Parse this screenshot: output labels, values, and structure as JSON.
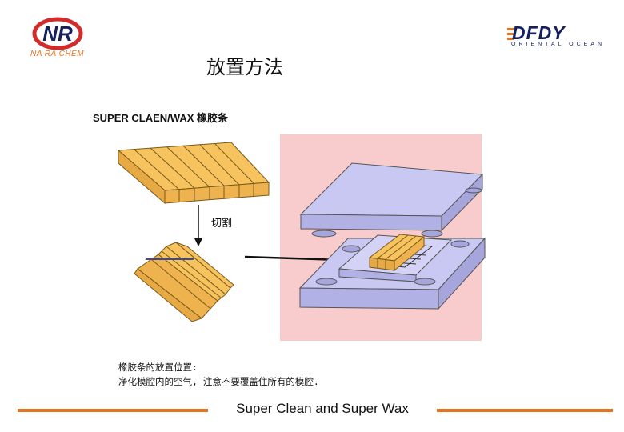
{
  "logos": {
    "left_mark": "NR",
    "left_caption": "NA RA CHEM",
    "right_brand": "DFDY",
    "right_tagline": "ORIENTAL OCEAN"
  },
  "title": "放置方法",
  "section_label": "SUPER CLAEN/WAX 橡胶条",
  "cut_label": "切割",
  "instructions": {
    "line1": "橡胶条的放置位置:",
    "line2": "净化模腔内的空气, 注意不要覆盖住所有的模腔."
  },
  "footer_title": "Super Clean and Super Wax",
  "colors": {
    "accent": "#e8731e",
    "strip_fill": "#f6c35e",
    "mold_fill": "#c9c8f2",
    "panel_bg": "#f8cccc",
    "brand_navy": "#16205f",
    "logo_red": "#d42a2a"
  }
}
